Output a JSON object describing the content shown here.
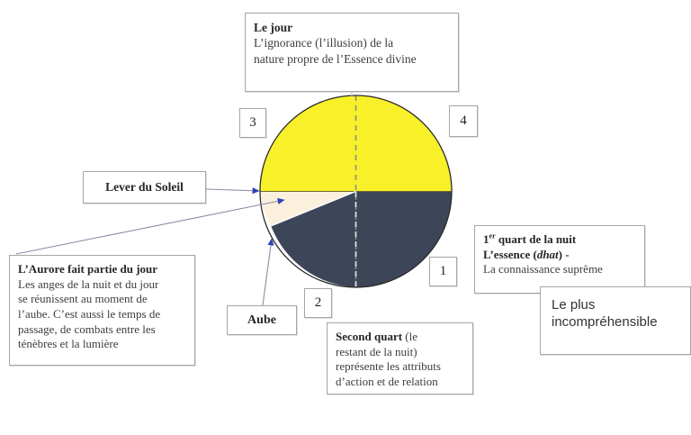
{
  "diagram": {
    "title_box": {
      "heading": "Le jour",
      "line1": "L’ignorance (l’illusion) de la",
      "line2": "nature propre de l’Essence divine"
    },
    "first_quarter_box": {
      "line1_pre": "1",
      "line1_sup": "er",
      "line1_post": " quart de la nuit",
      "line2_pre": "L’essence (",
      "line2_em": "dhat",
      "line2_post": ") -",
      "line3": "La connaissance suprême"
    },
    "most_incomprehensible_box": {
      "line1": "Le plus",
      "line2": "incompréhensible"
    },
    "second_quarter_box": {
      "bold": "Second quart",
      "rest1": " (le",
      "line2": "restant de la nuit)",
      "line3": "représente les attributs",
      "line4": "d’action et de relation"
    },
    "aurora_box": {
      "heading": "L’Aurore fait partie du jour",
      "line1": "Les anges de la nuit et du jour",
      "line2": "se réunissent au moment de",
      "line3": "l’aube. C’est aussi le temps de",
      "line4": "passage, de combats entre les",
      "line5": "ténèbres et la lumière"
    },
    "sunrise_label": "Lever du Soleil",
    "dawn_label": "Aube",
    "numbers": {
      "n1": "1",
      "n2": "2",
      "n3": "3",
      "n4": "4"
    },
    "colors": {
      "day_yellow": "#F8F129",
      "night_navy": "#3D4559",
      "dawn_cream": "#FAF0DC",
      "outline": "#2B2B2B",
      "arrow_blue": "#3F51B5",
      "connector_grey": "#8A8FA6",
      "box_border": "#A6A6A6"
    },
    "segments": [
      {
        "name": "le-jour-left",
        "label": "3",
        "fill": "day_yellow",
        "start_deg": 180,
        "end_deg": 270
      },
      {
        "name": "le-jour-right",
        "label": "4",
        "fill": "day_yellow",
        "start_deg": 270,
        "end_deg": 360
      },
      {
        "name": "premier-quart",
        "label": "1",
        "fill": "night_navy",
        "start_deg": 0,
        "end_deg": 90
      },
      {
        "name": "second-quart",
        "label": "2",
        "fill": "night_navy",
        "start_deg": 90,
        "end_deg": 160
      },
      {
        "name": "aube",
        "label": "",
        "fill": "dawn_cream",
        "start_deg": 160,
        "end_deg": 180
      }
    ]
  }
}
